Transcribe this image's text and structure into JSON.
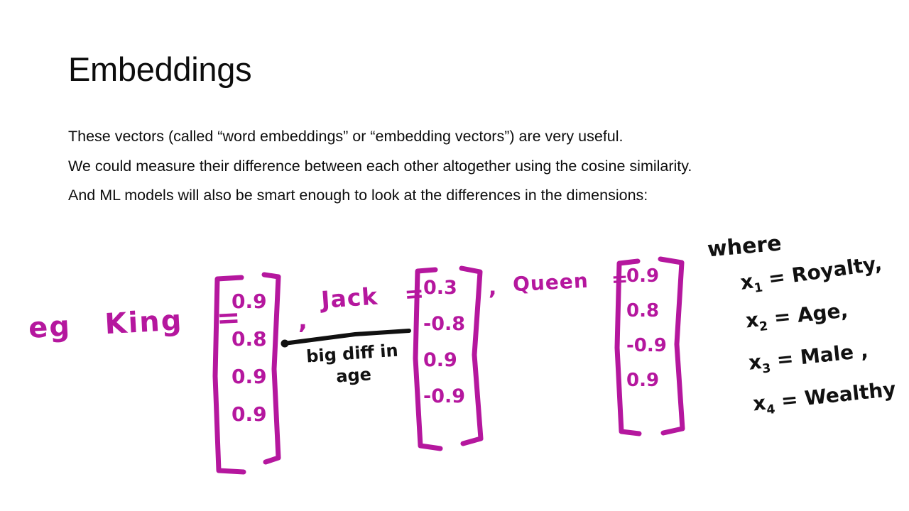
{
  "slide": {
    "title": "Embeddings",
    "body_lines": [
      "These vectors (called “word embeddings” or “embedding vectors”) are very useful.",
      "We could measure their difference between each other altogether using the cosine similarity.",
      "And ML models will also be smart enough to look at the differences in the dimensions:"
    ]
  },
  "colors": {
    "ink_magenta": "#b5179e",
    "ink_black": "#111111",
    "text": "#0d0d0d",
    "background": "#ffffff"
  },
  "handwriting": {
    "example_prefix": "eg",
    "vectors": [
      {
        "label": "King",
        "equals": "=",
        "values": [
          "0.9",
          "0.8",
          "0.9",
          "0.9"
        ],
        "trailing_separator": ","
      },
      {
        "label": "Jack",
        "equals": "=",
        "values": [
          "0.3",
          "-0.8",
          "0.9",
          "-0.9"
        ],
        "trailing_separator": ","
      },
      {
        "label": "Queen",
        "equals": "=",
        "values": [
          "0.9",
          "0.8",
          "-0.9",
          "0.9"
        ],
        "trailing_separator": ""
      }
    ],
    "annotation": {
      "text": "big diff in age",
      "connector": "underline-rule"
    },
    "legend": {
      "heading": "where",
      "entries": [
        {
          "var": "x",
          "sub": "1",
          "equals": "=",
          "meaning": "Royalty,"
        },
        {
          "var": "x",
          "sub": "2",
          "equals": "=",
          "meaning": "Age,"
        },
        {
          "var": "x",
          "sub": "3",
          "equals": "=",
          "meaning": "Male ,"
        },
        {
          "var": "x",
          "sub": "4",
          "equals": "=",
          "meaning": "Wealthy"
        }
      ]
    }
  }
}
